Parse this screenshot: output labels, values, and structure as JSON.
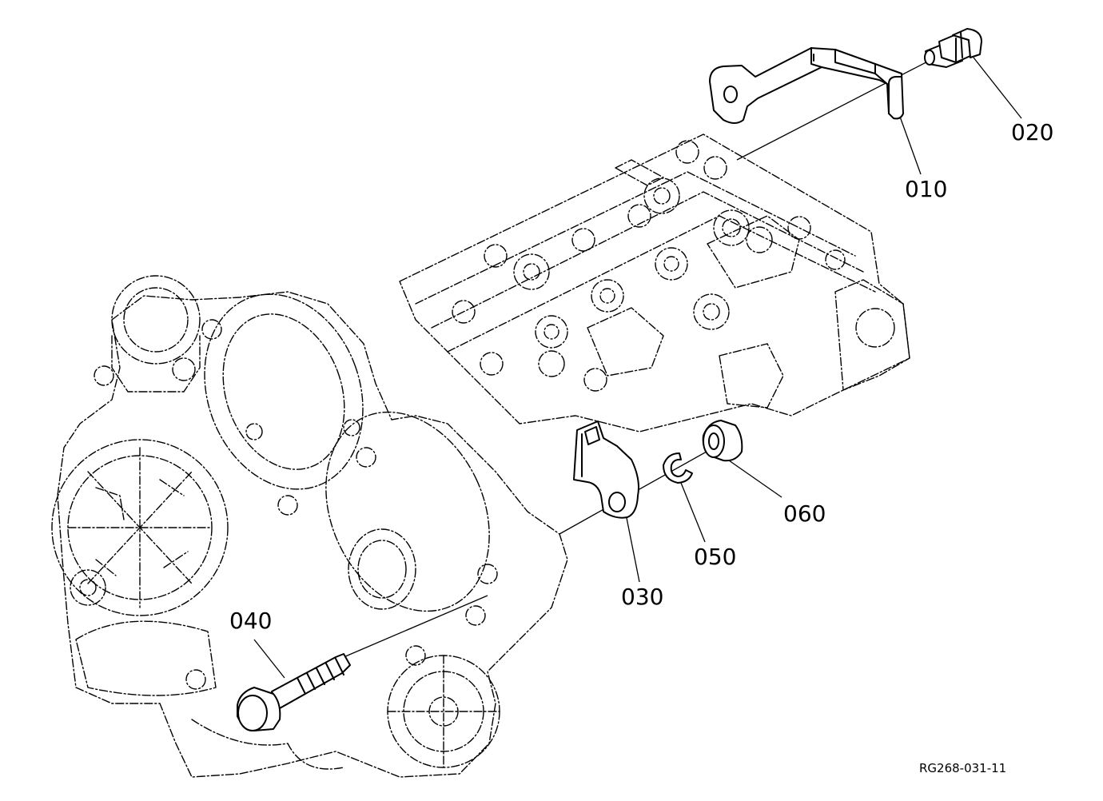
{
  "callouts": {
    "p010": "010",
    "p020": "020",
    "p030": "030",
    "p040": "040",
    "p050": "050",
    "p060": "060"
  },
  "figure_ref": "RG268-031-11"
}
